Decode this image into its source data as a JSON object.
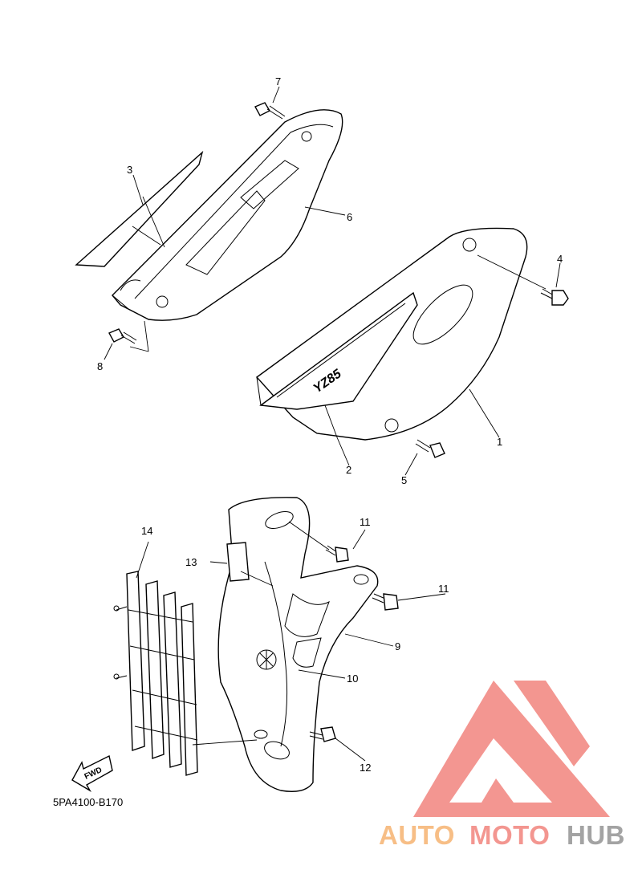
{
  "diagram": {
    "code": "5PA4100-B170",
    "fwd_label": "FWD",
    "decal_text": "YZ85",
    "callouts": [
      "1",
      "2",
      "3",
      "4",
      "5",
      "6",
      "7",
      "8",
      "9",
      "10",
      "11",
      "11",
      "12",
      "13",
      "14"
    ]
  },
  "watermark": {
    "brand_part1": "AUTO",
    "brand_part2": "MOTO",
    "brand_part3": "HUB",
    "colors": {
      "orange": "#f7b87a",
      "salmon": "#f28b85",
      "grey": "#9a9a9a"
    }
  }
}
